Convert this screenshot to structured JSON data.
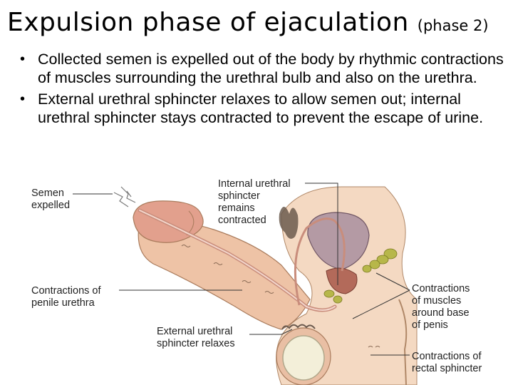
{
  "title": {
    "main": "Expulsion phase of ejaculation",
    "sub": "(phase 2)"
  },
  "bullets": [
    "Collected semen is expelled out of the body by rhythmic contractions of muscles surrounding the urethral bulb and also on the urethra.",
    "External urethral sphincter relaxes to allow semen out; internal urethral sphincter stays contracted to prevent the escape of urine."
  ],
  "figure": {
    "labels": {
      "semen_expelled": "Semen\nexpelled",
      "internal_sphincter": "Internal urethral\nsphincter\nremains\ncontracted",
      "contractions_penile_urethra": "Contractions of\npenile urethra",
      "contractions_muscles": "Contractions\nof muscles\naround base\nof penis",
      "external_sphincter": "External urethral\nsphincter relaxes",
      "contractions_rectal": "Contractions of\nrectal sphincter"
    }
  }
}
